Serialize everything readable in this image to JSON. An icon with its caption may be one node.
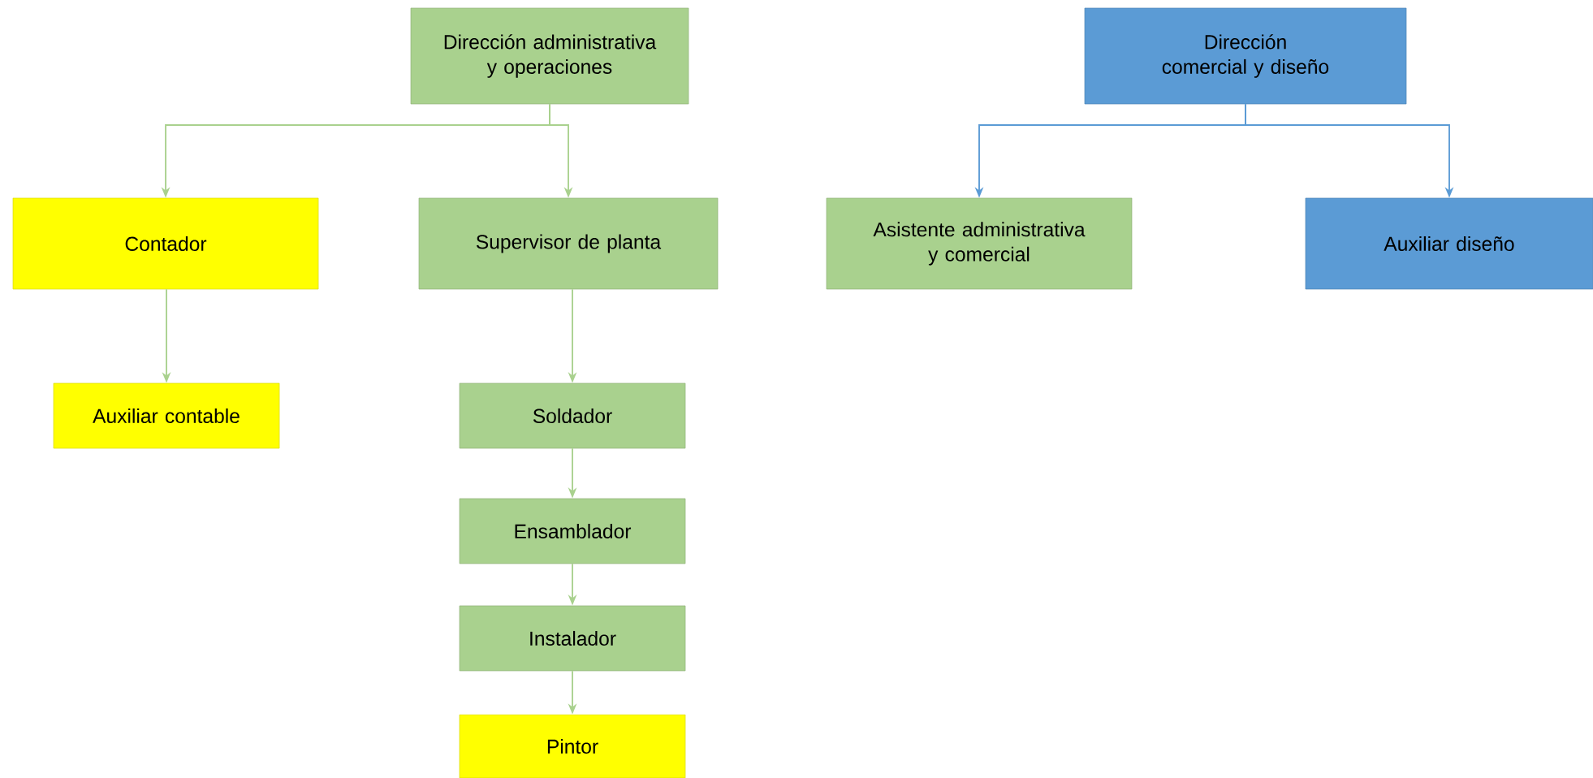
{
  "diagram": {
    "nodes": [
      {
        "text": [
          "Dirección administrativa y operaciones"
        ]
      },
      {
        "text": [
          "Dirección comercial y diseño"
        ]
      },
      {
        "text": [
          "Contador"
        ]
      },
      {
        "text": [
          "Supervisor de planta"
        ]
      },
      {
        "text": [
          "Asistente administrativa y comercial"
        ]
      },
      {
        "text": [
          "Auxiliar diseño"
        ]
      },
      {
        "text": [
          "Auxiliar contable"
        ]
      },
      {
        "text": [
          "Soldador"
        ]
      },
      {
        "text": [
          "Ensamblador"
        ]
      },
      {
        "text": [
          "Instalador"
        ]
      },
      {
        "text": [
          "Pintor"
        ]
      }
    ],
    "edges": [
      {
        "from": 0,
        "to": 2,
        "arrow": "to"
      },
      {
        "from": 0,
        "to": 3,
        "arrow": "to"
      },
      {
        "from": 1,
        "to": 4,
        "arrow": "to",
        "color": "#5b9bd5"
      },
      {
        "from": 1,
        "to": 5,
        "arrow": "to",
        "color": "#5b9bd5"
      },
      {
        "from": 2,
        "to": 6,
        "arrow": "to"
      },
      {
        "from": 3,
        "to": 7,
        "arrow": "to"
      },
      {
        "from": 7,
        "to": 8,
        "arrow": "to"
      },
      {
        "from": 8,
        "to": 9,
        "arrow": "to"
      },
      {
        "from": 9,
        "to": 10,
        "arrow": "to"
      }
    ]
  }
}
